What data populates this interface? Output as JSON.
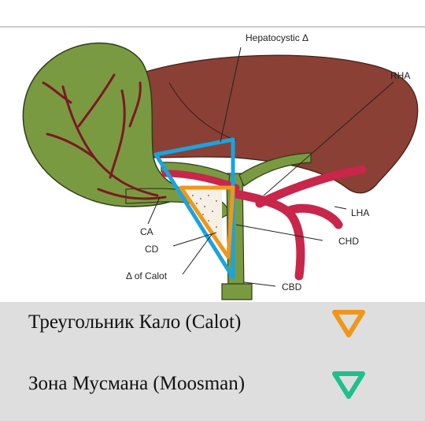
{
  "labels": {
    "hepatocystic": "Hepatocystic Δ",
    "rha": "RHA",
    "lha": "LHA",
    "chd": "CHD",
    "cbd": "CBD",
    "ca": "CA",
    "cd": "CD",
    "calot": "Δ of Calot"
  },
  "legend": [
    {
      "text": "Треугольник Кало  (Calot)",
      "color": "#f0971a",
      "icon": "orange-triangle-icon"
    },
    {
      "text": "Зона Мусмана  (Moosman)",
      "color": "#1fbf8c",
      "icon": "green-triangle-icon"
    }
  ],
  "colors": {
    "liver": "#8a4034",
    "gallbladder": "#7a9a42",
    "vessel": "#c8264a",
    "blue_triangle": "#1aa3e0",
    "orange_triangle": "#f0971a"
  }
}
